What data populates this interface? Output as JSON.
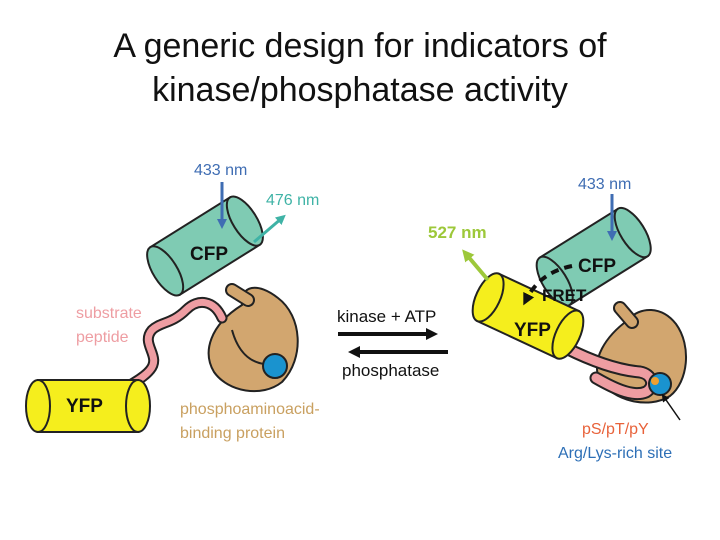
{
  "title": {
    "line1": "A generic design for indicators of",
    "line2": "kinase/phosphatase activity"
  },
  "left": {
    "excitation": "433 nm",
    "emission": "476 nm",
    "cfp": "CFP",
    "yfp": "YFP",
    "substrate_line1": "substrate",
    "substrate_line2": "peptide",
    "binding_line1": "phosphoaminoacid-",
    "binding_line2": "binding protein"
  },
  "middle": {
    "forward": "kinase + ATP",
    "reverse": "phosphatase"
  },
  "right": {
    "excitation": "433 nm",
    "emission": "527 nm",
    "cfp": "CFP",
    "fret": "FRET",
    "yfp": "YFP",
    "site_line1": "pS/pT/pY",
    "site_line2": "Arg/Lys-rich site"
  },
  "colors": {
    "cfp": "#7fcbb3",
    "yfp": "#f5ee1d",
    "protein": "#d2a66f",
    "peptide": "#ee9da2",
    "site": "#1a93cf",
    "phospho": "#f0a030",
    "excitation_arrow": "#3f6db3",
    "emission_476": "#3fb3a6",
    "emission_527": "#9dc83a",
    "site_label": "#e8623a",
    "arg_label": "#2d6fb6",
    "substrate_label": "#ee9da2",
    "binding_label": "#c9a060"
  }
}
